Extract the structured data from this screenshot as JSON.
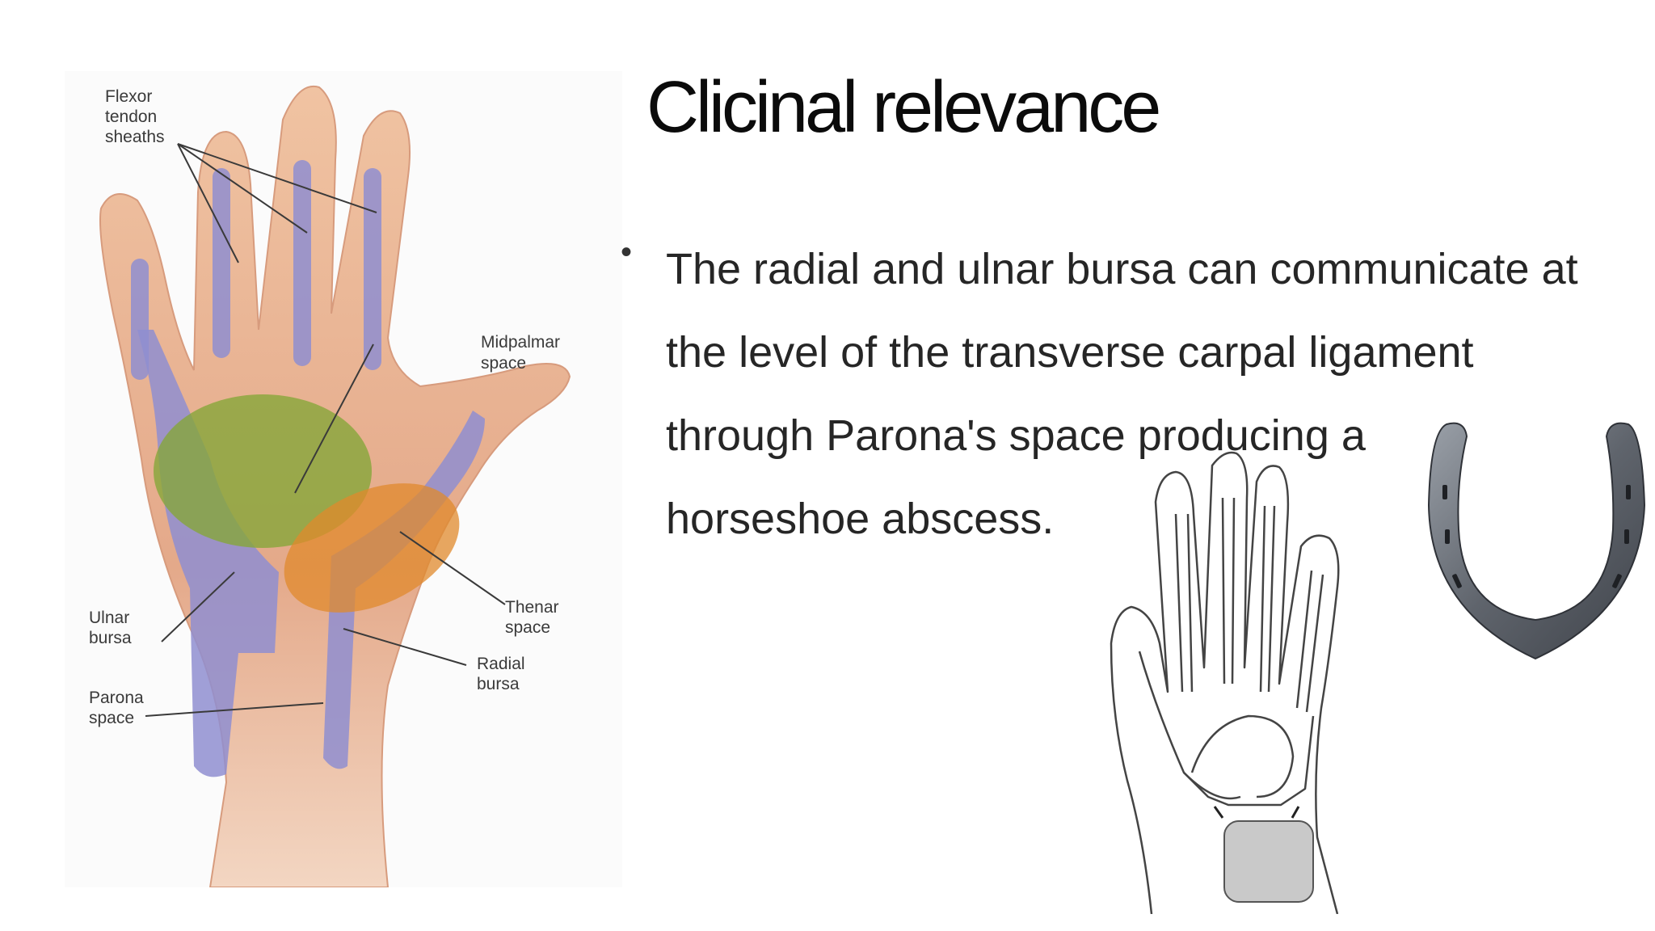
{
  "slide": {
    "title": "Clicinal relevance",
    "bullet_symbol": "•",
    "bullet_lines": [
      "The radial and ulnar bursa can communicate at",
      "the level of the  transverse carpal ligament",
      "through Parona's space producing a",
      "horseshoe abscess."
    ]
  },
  "anatomy_figure": {
    "labels": {
      "flexor": [
        "Flexor",
        "tendon",
        "sheaths"
      ],
      "midpalmar": [
        "Midpalmar",
        "space"
      ],
      "thenar": [
        "Thenar",
        "space"
      ],
      "radial": [
        "Radial",
        "bursa"
      ],
      "ulnar": [
        "Ulnar",
        "bursa"
      ],
      "parona": [
        "Parona",
        "space"
      ]
    },
    "colors": {
      "skin": "#e9b592",
      "bursa": "#8f8ed0",
      "midpalmar": "#86a63a",
      "thenar": "#e08a2c",
      "label_line": "#3a3a3a"
    }
  },
  "sketch_figure": {
    "icon": "hand-line-drawing"
  },
  "horseshoe_figure": {
    "icon": "horseshoe-icon",
    "color": "#6b6f76"
  }
}
